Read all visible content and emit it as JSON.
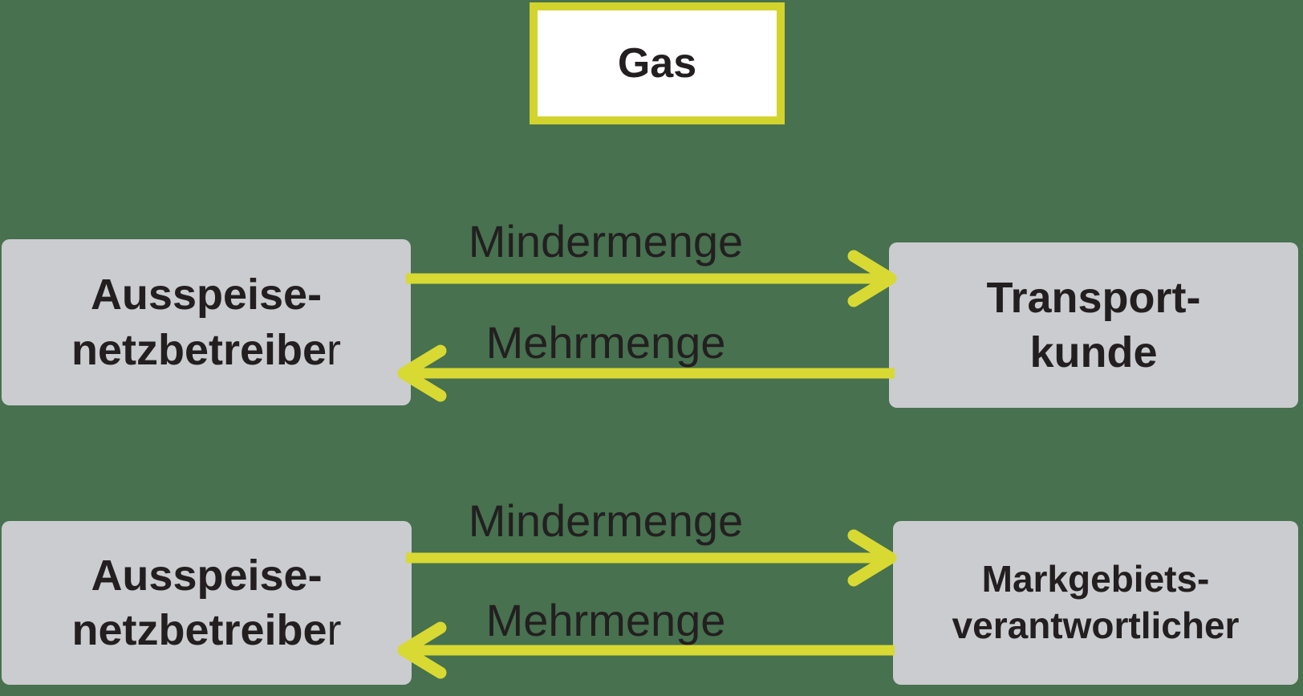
{
  "colors": {
    "background": "#47714F",
    "box_gray": "#CBCCCF",
    "yellow_accent": "#D8D932",
    "gas_border": "#D2D32C",
    "gas_fill": "#FFFFFF",
    "text_dark": "#231F20"
  },
  "title_box": {
    "label": "Gas"
  },
  "rows": [
    {
      "left_box": {
        "line1": "Ausspeise-",
        "line2_bold": "netzbetreibe",
        "line2_light": "r"
      },
      "right_box": {
        "line1": "Transport-",
        "line2": "kunde"
      },
      "forward_arrow": {
        "label": "Mindermenge",
        "direction": "left-to-right"
      },
      "backward_arrow": {
        "label": "Mehrmenge",
        "direction": "right-to-left"
      }
    },
    {
      "left_box": {
        "line1": "Ausspeise-",
        "line2_bold": "netzbetreibe",
        "line2_light": "r"
      },
      "right_box": {
        "line1": "Markgebiets-",
        "line2": "verantwortlicher"
      },
      "forward_arrow": {
        "label": "Mindermenge",
        "direction": "left-to-right"
      },
      "backward_arrow": {
        "label": "Mehrmenge",
        "direction": "right-to-left"
      }
    }
  ]
}
